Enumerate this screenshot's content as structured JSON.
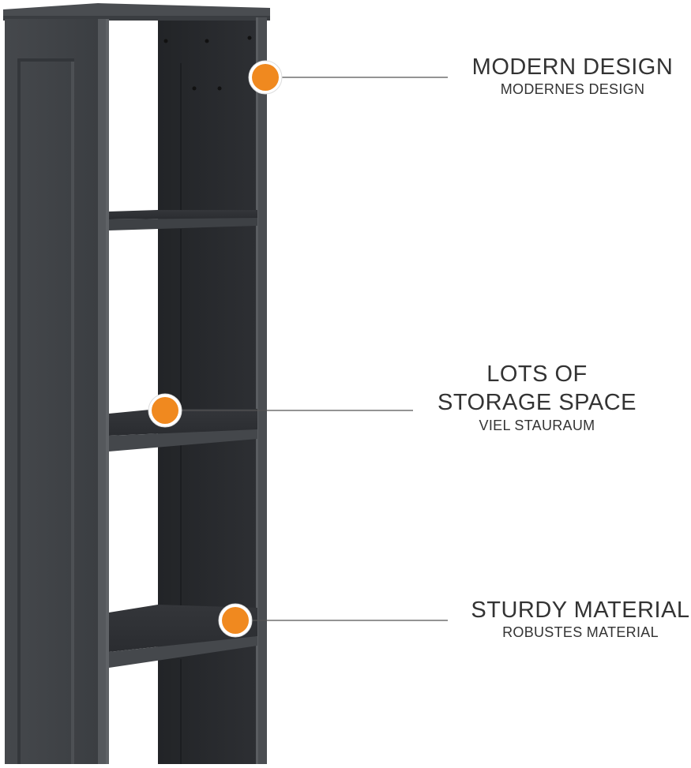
{
  "callouts": [
    {
      "title": "MODERN DESIGN",
      "subtitle": "MODERNES DESIGN"
    },
    {
      "title_line1": "LOTS OF",
      "title_line2": "STORAGE SPACE",
      "subtitle": "VIEL STAURAUM"
    },
    {
      "title": "STURDY MATERIAL",
      "subtitle": "ROBUSTES MATERIAL"
    }
  ],
  "colors": {
    "marker": "#f0891f",
    "marker_ring": "#ffffff",
    "cabinet": "#3f4246",
    "cabinet_dark": "#26282b",
    "leader_line": "#555555",
    "text": "#333333"
  },
  "icons": [
    "callout-marker-icon"
  ]
}
